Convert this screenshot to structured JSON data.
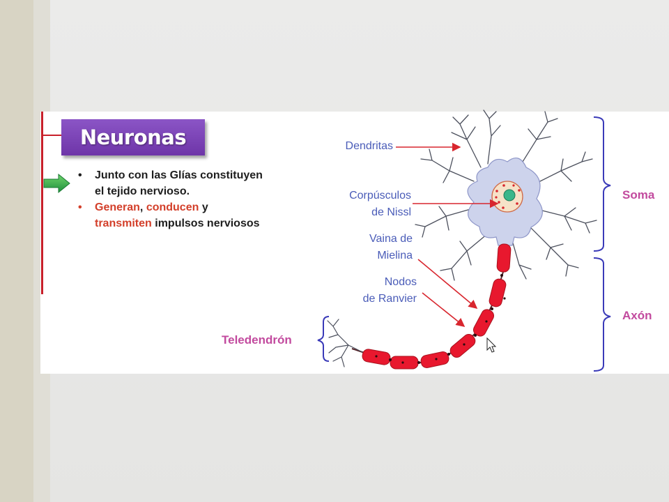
{
  "slide": {
    "title": "Neuronas",
    "bullets": [
      {
        "text_line1": "Junto con las Glías constituyen",
        "text_line2": "el tejido nervioso."
      },
      {
        "w1": "Generan",
        "sep1": ", ",
        "w2": "conducen",
        "sep2": " y",
        "w3": "transmiten",
        "rest": " impulsos nerviosos"
      }
    ],
    "bullet_symbol": "•"
  },
  "diagram": {
    "labels": {
      "dendritas": "Dendritas",
      "corpusculos_1": "Corpúsculos",
      "corpusculos_2": "de Nissl",
      "vaina_1": "Vaina de",
      "vaina_2": "Mielina",
      "nodos_1": "Nodos",
      "nodos_2": "de Ranvier",
      "teledendron": "Teledendrón",
      "soma": "Soma",
      "axon": "Axón"
    }
  },
  "colors": {
    "accent_red": "#c8202a",
    "title_purple": "#7a40b4",
    "label_blue": "#4a5cb8",
    "label_pink": "#c24a9e",
    "myelin_red": "#e8182e",
    "soma_fill": "#cdd3ec",
    "arrow_green": "#2ea84a"
  },
  "icons": {
    "pointer": "green-arrow-icon",
    "cursor": "mouse-cursor-icon"
  }
}
